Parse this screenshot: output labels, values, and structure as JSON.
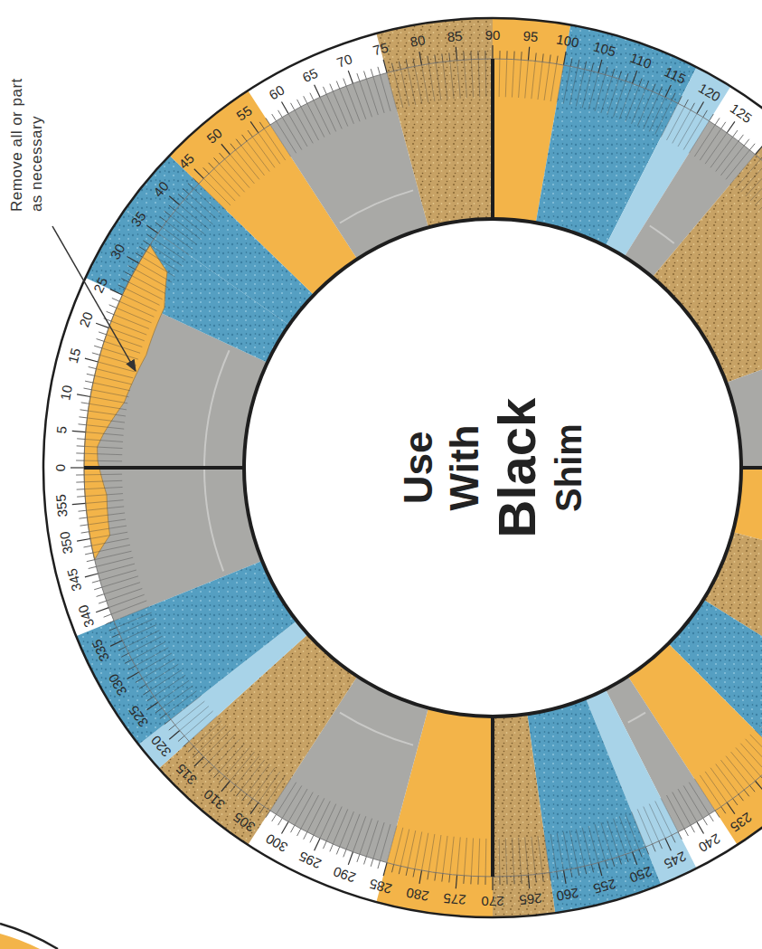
{
  "diagram": {
    "nodes": [
      {
        "text": [
          "Use",
          "With",
          "Black",
          "Shim"
        ]
      }
    ],
    "labels": [
      "Remove all or part as necessary",
      "0",
      "5",
      "10",
      "15",
      "20",
      "25",
      "30",
      "35",
      "40",
      "45",
      "50",
      "55",
      "60",
      "65",
      "70",
      "75",
      "80",
      "85",
      "90",
      "95",
      "100",
      "105",
      "110",
      "115",
      "120",
      "125",
      "235",
      "240",
      "245",
      "250",
      "255",
      "260",
      "265",
      "270",
      "275",
      "280",
      "285",
      "290",
      "295",
      "300",
      "305",
      "310",
      "315",
      "320",
      "325",
      "330",
      "335",
      "340",
      "345",
      "350",
      "355"
    ]
  }
}
